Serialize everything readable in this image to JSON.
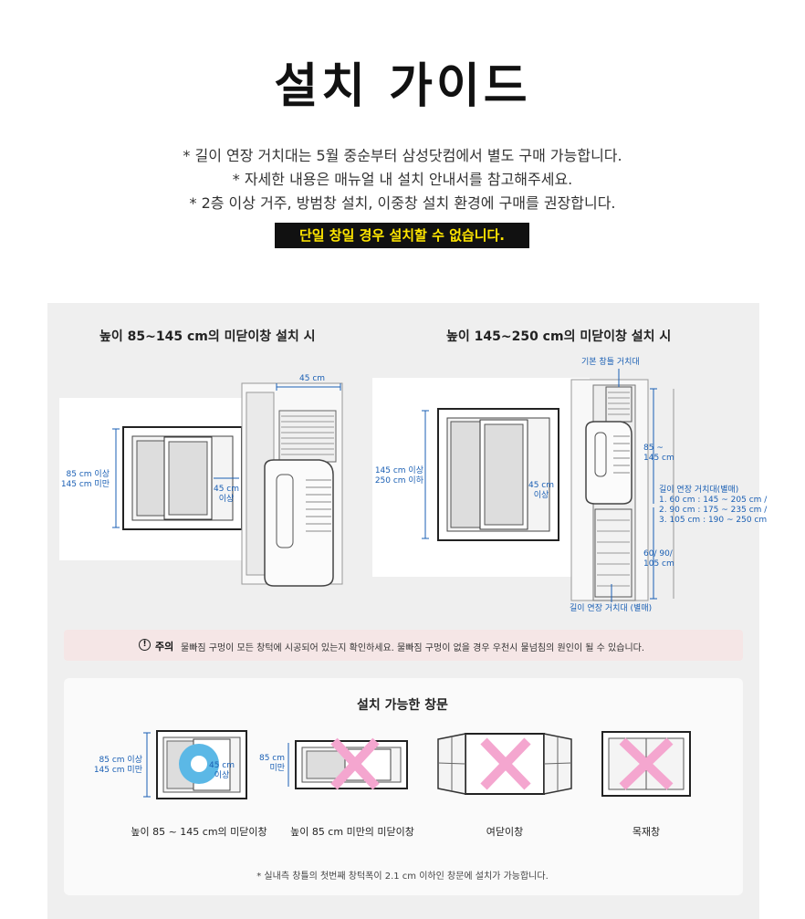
{
  "header": {
    "title": "설치 가이드",
    "notes": [
      "* 길이 연장 거치대는 5월 중순부터 삼성닷컴에서 별도 구매 가능합니다.",
      "* 자세한 내용은 매뉴얼 내 설치 안내서를 참고해주세요.",
      "* 2층 이상 거주, 방범창 설치, 이중창 설치 환경에 구매를 권장합니다."
    ],
    "banner": "단일 창일 경우 설치할 수 없습니다."
  },
  "left_diagram": {
    "title": "높이 85~145 cm의 미닫이창 설치 시",
    "width_label": "45 cm",
    "height_label_1": "85 cm 이상",
    "height_label_2": "145 cm 미만",
    "inner_label_1": "45 cm",
    "inner_label_2": "이상"
  },
  "right_diagram": {
    "title": "높이 145~250 cm의 미닫이창 설치 시",
    "basic_stand": "기본 창틀 거치대",
    "height_label_1": "145 cm 이상",
    "height_label_2": "250 cm 이하",
    "inner_label_1": "45 cm",
    "inner_label_2": "이상",
    "upper_range_1": "85 ~",
    "upper_range_2": "145 cm",
    "ext_title": "길이 연장 거치대(별매)",
    "ext_options": [
      "1. 60 cm : 145 ~ 205 cm /",
      "2. 90 cm : 175 ~ 235 cm /",
      "3. 105 cm : 190 ~ 250 cm"
    ],
    "lower_range_1": "60/ 90/",
    "lower_range_2": "105 cm",
    "ext_bottom": "길이 연장 거치대 (별매)"
  },
  "caution": {
    "icon": "exclamation-circle-icon",
    "head": "주의",
    "text": "물빠짐 구멍이 모든 창턱에 시공되어 있는지 확인하세요. 물빠짐 구멍이 없을 경우 우천시 물넘침의 원인이 될 수 있습니다."
  },
  "windows": {
    "title": "설치 가능한 창문",
    "items": [
      {
        "label": "높이 85 ~ 145 cm의 미닫이창",
        "dim1": "85 cm 이상",
        "dim2": "145 cm 미만",
        "in1": "45 cm",
        "in2": "이상",
        "allowed": true
      },
      {
        "label": "높이 85 cm 미만의 미닫이창",
        "dim1": "85 cm",
        "dim2": "미만",
        "allowed": false
      },
      {
        "label": "여닫이창",
        "allowed": false
      },
      {
        "label": "목재창",
        "allowed": false
      }
    ],
    "footnote": "* 실내측 창틀의 첫번째 창턱폭이 2.1 cm 이하인 창문에 설치가 가능합니다."
  },
  "colors": {
    "accent_blue": "#1a5fb4",
    "banner_bg": "#111111",
    "banner_text": "#ffe600",
    "cross_pink": "#f4a6cf",
    "allowed_blue": "#5bb8e6"
  }
}
